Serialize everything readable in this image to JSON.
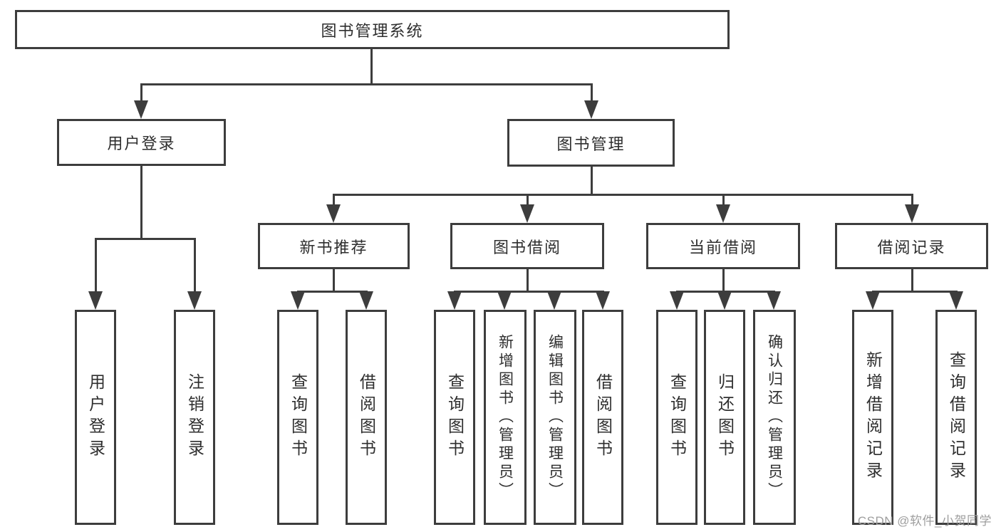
{
  "nodes": {
    "root": "图书管理系统",
    "user_login": "用户登录",
    "book_management": "图书管理",
    "new_book_recommend": "新书推荐",
    "book_borrowing": "图书借阅",
    "current_borrowing": "当前借阅",
    "borrowing_records": "借阅记录",
    "user_login_leaf": "用户登录",
    "logout_leaf": "注销登录",
    "query_books_recommend": "查询图书",
    "borrow_books_recommend": "借阅图书",
    "query_books_borrowing": "查询图书",
    "add_books_admin": "新增图书（管理员）",
    "edit_books_admin": "编辑图书（管理员）",
    "borrow_books_borrowing": "借阅图书",
    "query_books_current": "查询图书",
    "return_books": "归还图书",
    "confirm_return_admin": "确认归还（管理员）",
    "add_borrow_record": "新增借阅记录",
    "query_borrow_record": "查询借阅记录"
  },
  "hierarchy": {
    "图书管理系统": [
      "用户登录",
      "图书管理"
    ],
    "用户登录": [
      "用户登录",
      "注销登录"
    ],
    "图书管理": [
      "新书推荐",
      "图书借阅",
      "当前借阅",
      "借阅记录"
    ],
    "新书推荐": [
      "查询图书",
      "借阅图书"
    ],
    "图书借阅": [
      "查询图书",
      "新增图书（管理员）",
      "编辑图书（管理员）",
      "借阅图书"
    ],
    "当前借阅": [
      "查询图书",
      "归还图书",
      "确认归还（管理员）"
    ],
    "借阅记录": [
      "新增借阅记录",
      "查询借阅记录"
    ]
  },
  "watermark": {
    "text": "CSDN @软件_小贺同学"
  },
  "colors": {
    "line": "#3d3d3d",
    "box_border": "#3d3d3d",
    "text": "#2e2e2e",
    "watermark": "#9e9e9e",
    "background": "#ffffff"
  }
}
